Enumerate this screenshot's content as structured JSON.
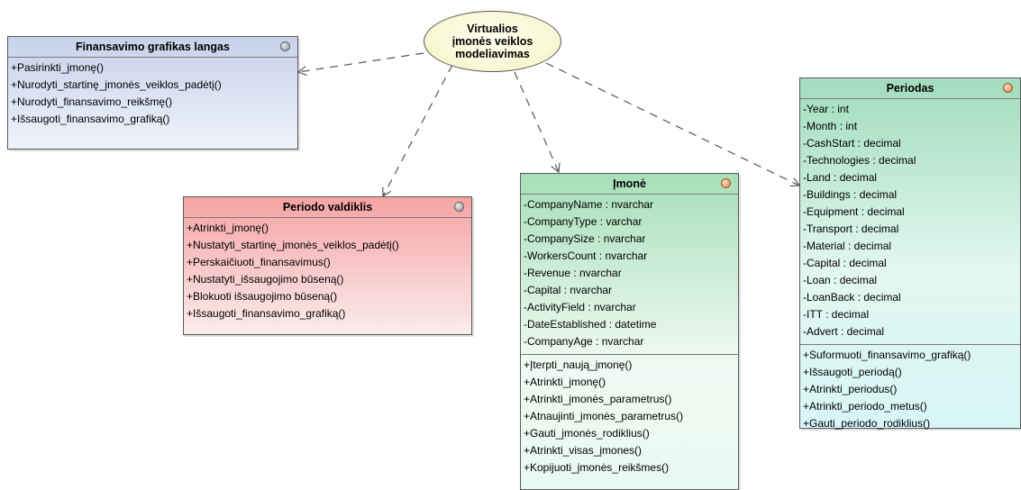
{
  "usecase": {
    "lines": [
      "Virtualios",
      "įmonės veiklos",
      "modeliavimas"
    ]
  },
  "classes": {
    "finansavimo": {
      "name": "Finansavimo grafikas langas",
      "attributes": [],
      "operations": [
        "+Pasirinkti_įmonę()",
        "+Nurodyti_startinę_įmonės_veiklos_padėtį()",
        "+Nurodyti_finansavimo_reikšmę()",
        "+Išsaugoti_finansavimo_grafiką()"
      ]
    },
    "periodo_valdiklis": {
      "name": "Periodo valdiklis",
      "attributes": [],
      "operations": [
        "+Atrinkti_įmonę()",
        "+Nustatyti_startinę_įmonės_veiklos_padėtį()",
        "+Perskaičiuoti_finansavimus()",
        "+Nustatyti_išsaugojimo būseną()",
        "+Blokuoti išsaugojimo būseną()",
        "+Išsaugoti_finansavimo_grafiką()"
      ]
    },
    "imone": {
      "name": "Įmonė",
      "attributes": [
        "-CompanyName : nvarchar",
        "-CompanyType : varchar",
        "-CompanySize : nvarchar",
        "-WorkersCount : nvarchar",
        "-Revenue : nvarchar",
        "-Capital : nvarchar",
        "-ActivityField : nvarchar",
        "-DateEstablished : datetime",
        "-CompanyAge : nvarchar"
      ],
      "operations": [
        "+Įterpti_naują_įmonę()",
        "+Atrinkti_įmonę()",
        "+Atrinkti_įmonės_parametrus()",
        "+Atnaujinti_įmonės_parametrus()",
        "+Gauti_įmonės_rodiklius()",
        "+Atrinkti_visas_įmones()",
        "+Kopijuoti_įmonės_reikšmes()"
      ]
    },
    "periodas": {
      "name": "Periodas",
      "attributes": [
        "-Year : int",
        "-Month : int",
        "-CashStart : decimal",
        "-Technologies : decimal",
        "-Land : decimal",
        "-Buildings : decimal",
        "-Equipment : decimal",
        "-Transport : decimal",
        "-Material : decimal",
        "-Capital : decimal",
        "-Loan : decimal",
        "-LoanBack : decimal",
        "-ITT : decimal",
        "-Advert : decimal"
      ],
      "operations": [
        "+Suformuoti_finansavimo_grafiką()",
        "+Išsaugoti_periodą()",
        "+Atrinkti_periodus()",
        "+Atrinkti_periodo_metus()",
        "+Gauti_periodo_rodiklius()"
      ]
    }
  },
  "colors": {
    "boundary": "#c7d2ea",
    "control": "#f6a3a3",
    "entity": "#a7dfb7",
    "usecase": "#f5f3c4",
    "edge": "#555555"
  },
  "icons": {
    "boundary": "gray-circle-icon",
    "control": "gray-circle-icon",
    "entity": "orange-circle-icon"
  },
  "edges": [
    {
      "from": "usecase",
      "to": "finansavimo",
      "style": "dashed-arrow"
    },
    {
      "from": "usecase",
      "to": "periodo_valdiklis",
      "style": "dashed-arrow"
    },
    {
      "from": "usecase",
      "to": "imone",
      "style": "dashed-arrow"
    },
    {
      "from": "usecase",
      "to": "periodas",
      "style": "dashed-arrow"
    }
  ]
}
